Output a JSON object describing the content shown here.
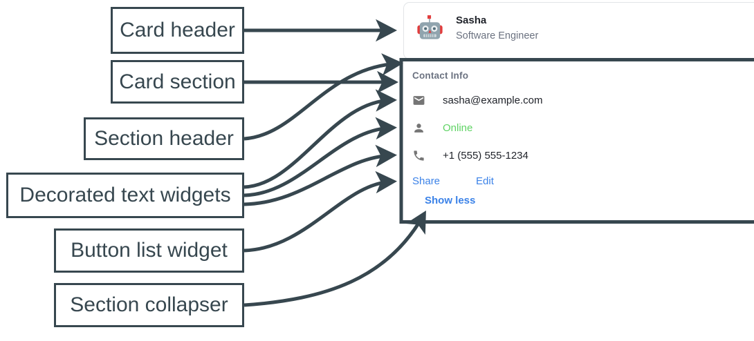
{
  "theme": {
    "annotation_color": "#37474f",
    "link_color": "#3b82e8",
    "status_online_color": "#5fd364",
    "muted_text_color": "#6b7280",
    "primary_text_color": "#20232a",
    "card_border_color": "#e2e4e7",
    "icon_color": "#757575"
  },
  "annotations": [
    {
      "label": "Card header",
      "name": "annotation-card-header"
    },
    {
      "label": "Card section",
      "name": "annotation-card-section"
    },
    {
      "label": "Section header",
      "name": "annotation-section-header"
    },
    {
      "label": "Decorated text widgets",
      "name": "annotation-decorated-text-widgets"
    },
    {
      "label": "Button list widget",
      "name": "annotation-button-list-widget"
    },
    {
      "label": "Section collapser",
      "name": "annotation-section-collapser"
    }
  ],
  "card": {
    "header": {
      "avatar_icon": "robot-avatar-icon",
      "name": "Sasha",
      "subtitle": "Software Engineer"
    },
    "section": {
      "header": "Contact Info",
      "rows": [
        {
          "icon": "email-icon",
          "text": "sasha@example.com",
          "style": "default"
        },
        {
          "icon": "person-icon",
          "text": "Online",
          "style": "online"
        },
        {
          "icon": "phone-icon",
          "text": "+1 (555) 555-1234",
          "style": "default"
        }
      ],
      "buttons": [
        {
          "label": "Share",
          "name": "share-button"
        },
        {
          "label": "Edit",
          "name": "edit-button"
        }
      ],
      "collapser": {
        "label": "Show less",
        "name": "show-less-button"
      }
    }
  }
}
